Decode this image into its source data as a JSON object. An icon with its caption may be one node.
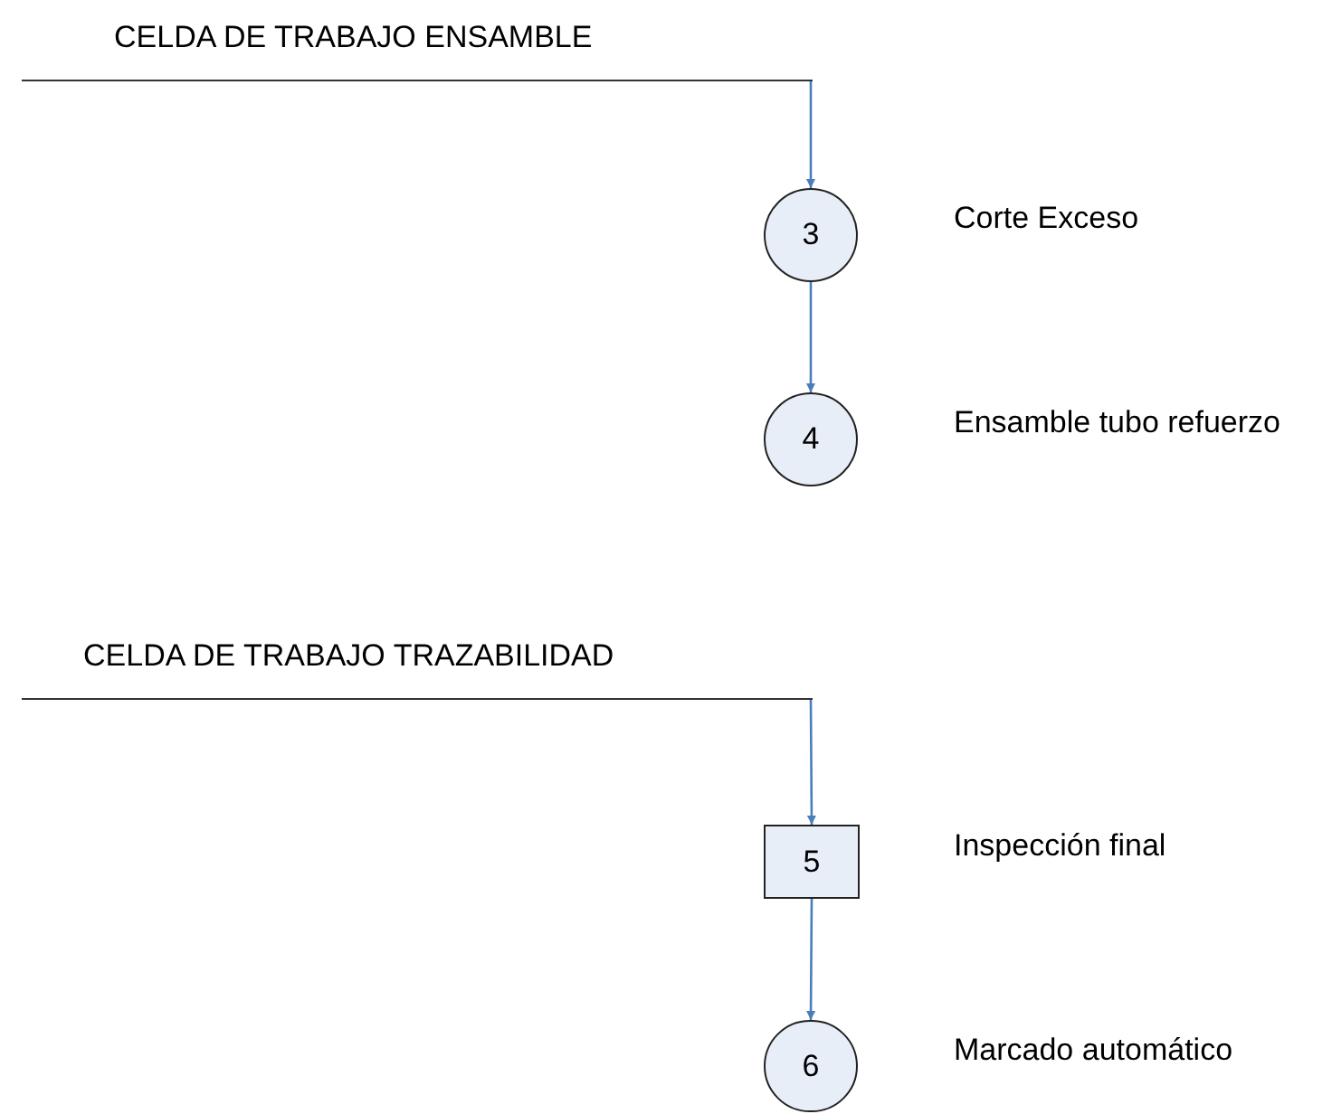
{
  "diagram": {
    "nodes": [
      {
        "text": [
          "CELDA DE TRABAJO ENSAMBLE"
        ]
      },
      {
        "text": [
          "3"
        ],
        "beside": [
          "Corte Exceso"
        ]
      },
      {
        "text": [
          "4"
        ],
        "beside": [
          "Ensamble tubo refuerzo"
        ]
      },
      {
        "text": [
          "CELDA DE TRABAJO TRAZABILIDAD"
        ]
      },
      {
        "text": [
          "5"
        ],
        "beside": [
          "Inspección final"
        ]
      },
      {
        "text": [
          "6"
        ],
        "beside": [
          "Marcado automático"
        ]
      }
    ],
    "edges": [
      {
        "from": 0,
        "to": 1,
        "arrow": "to"
      },
      {
        "from": 1,
        "to": 2,
        "arrow": "to"
      },
      {
        "from": 3,
        "to": 4,
        "arrow": "to"
      },
      {
        "from": 4,
        "to": 5,
        "arrow": "to"
      }
    ]
  }
}
